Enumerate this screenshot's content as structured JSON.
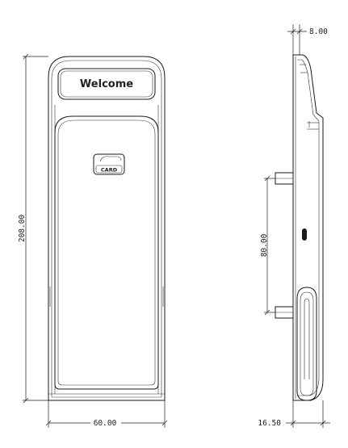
{
  "front_view": {
    "display_text": "Welcome",
    "card_label": "CARD"
  },
  "dimensions": {
    "overall_height": "208.00",
    "overall_width": "60.00",
    "handle_spacing": "80.00",
    "plate_thickness": "8.00",
    "side_depth": "16.50"
  }
}
